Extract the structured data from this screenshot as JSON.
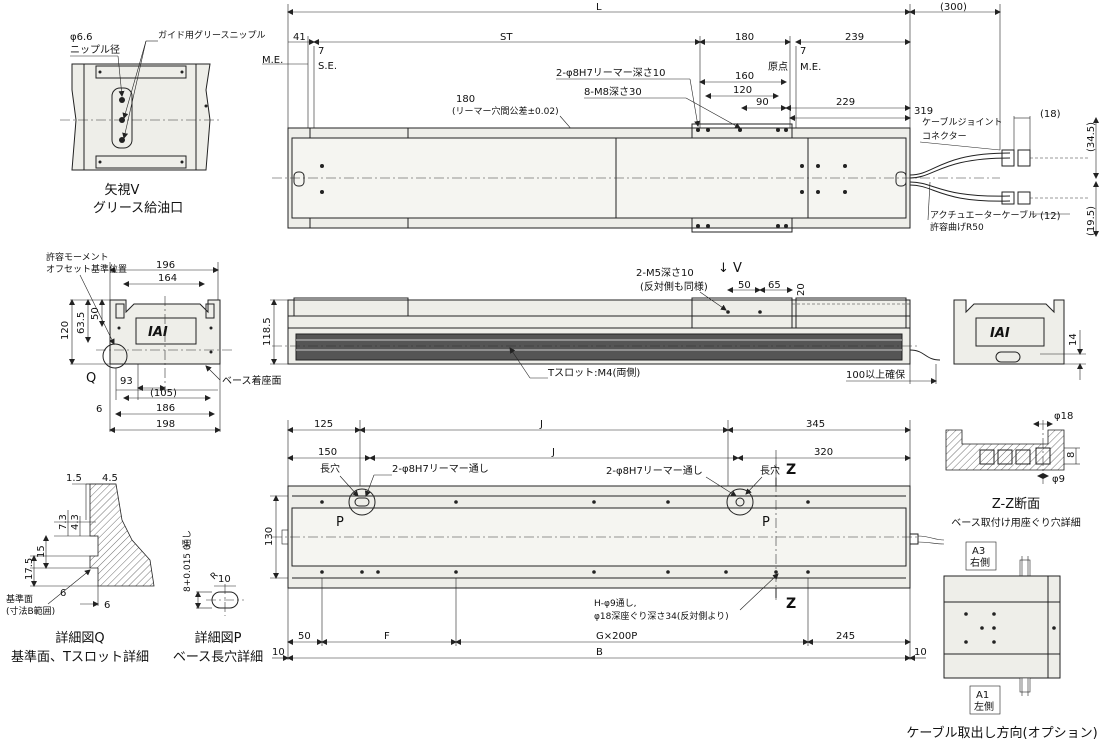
{
  "colors": {
    "body": "#eeeee9",
    "line": "#222222",
    "background": "#ffffff"
  },
  "top_view": {
    "dims": {
      "L": "L",
      "cable_300": "(300)",
      "d41": "41",
      "d7a": "7",
      "ST": "ST",
      "d180a": "180",
      "d7b": "7",
      "d239": "239",
      "ME_left": "M.E.",
      "SE": "S.E.",
      "origin": "原点",
      "ME_right": "M.E.",
      "reamer": "2-φ8H7リーマー深さ10",
      "d160": "160",
      "d120": "120",
      "m8": "8-M8深さ30",
      "d90": "90",
      "d229": "229",
      "d180b": "180",
      "tolerance": "(リーマー穴間公差±0.02)",
      "d319": "319",
      "d18": "(18)",
      "d345": "(34.5)",
      "d12": "(12)",
      "d195": "(19.5)"
    },
    "cable_joint": [
      "ケーブルジョイント",
      "コネクター"
    ],
    "actuator_cable": [
      "アクチュエーターケーブル",
      "許容曲げR50"
    ]
  },
  "view_v": {
    "phi": "φ6.6",
    "nipple_dia": "ニップル径",
    "guide_nipple": "ガイド用グリースニップル",
    "caption1": "矢視V",
    "caption2": "グリース給油口"
  },
  "front_view": {
    "moment_offset": [
      "許容モーメント",
      "オフセット基準位置"
    ],
    "d196": "196",
    "d164": "164",
    "d120": "120",
    "d635": "63.5",
    "d50": "50",
    "d93": "93",
    "d105": "(105)",
    "Q": "Q",
    "base_seat": "ベース着座面",
    "d6": "6",
    "d186": "186",
    "d198": "198",
    "logo": "IAI"
  },
  "side_view": {
    "m5": "2-M5深さ10",
    "other_side": "(反対側も同様)",
    "arrow_v": "↓ V",
    "d50": "50",
    "d65": "65",
    "d20": "20",
    "d1185": "118.5",
    "tslot": "Tスロット:M4(両側)",
    "clearance": "100以上確保",
    "d14": "14"
  },
  "bottom_view": {
    "d125": "125",
    "J1": "J",
    "d345": "345",
    "d150": "150",
    "J2": "J",
    "d320": "320",
    "long_hole_l": "長穴",
    "ream_l": "2-φ8H7リーマー通し",
    "ream_r": "2-φ8H7リーマー通し",
    "long_hole_r": "長穴",
    "Z1": "Z",
    "Z2": "Z",
    "P1": "P",
    "P2": "P",
    "d130": "130",
    "holes": "H-φ9通し,",
    "counterbore": "φ18深座ぐり深さ34(反対側より)",
    "d50": "50",
    "F": "F",
    "G": "G×200P",
    "d245": "245",
    "d10a": "10",
    "B": "B",
    "d10b": "10"
  },
  "zz": {
    "d18": "φ18",
    "d8": "8",
    "d9": "φ9",
    "caption1": "Z-Z断面",
    "caption2": "ベース取付け用座ぐり穴詳細"
  },
  "detail_q": {
    "d15": "1.5",
    "d45": "4.5",
    "d73": "7.3",
    "d43": "4.3",
    "d15b": "15",
    "d175": "17.5",
    "d6a": "6",
    "d6b": "6",
    "ref_face": "基準面",
    "range": "(寸法B範囲)",
    "caption1": "詳細図Q",
    "caption2": "基準面、Tスロット詳細"
  },
  "detail_p": {
    "tol": "8+0.015 0",
    "through": "通し",
    "d10": "10",
    "caption1": "詳細図P",
    "caption2": "ベース長穴詳細"
  },
  "cable_option": {
    "a3": "A3",
    "a3_side": "右側",
    "a1": "A1",
    "a1_side": "左側",
    "caption": "ケーブル取出し方向(オプション)"
  }
}
